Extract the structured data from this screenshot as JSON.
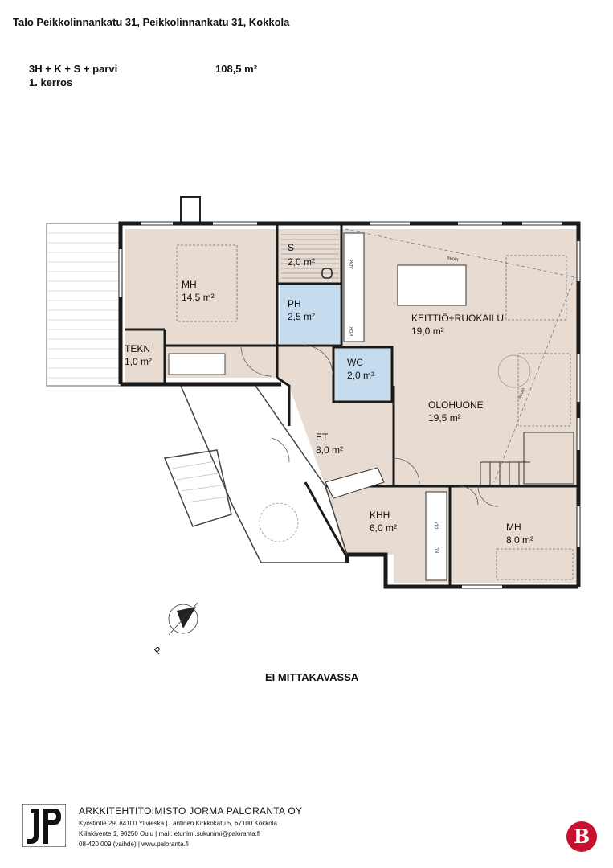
{
  "header": {
    "address": "Talo Peikkolinnankatu 31, Peikkolinnankatu 31, Kokkola",
    "type": "3H + K + S + parvi",
    "area": "108,5 m²",
    "floor": "1. kerros"
  },
  "rooms": {
    "mh1": {
      "name": "MH",
      "area": "14,5 m²"
    },
    "tekn": {
      "name": "TEKN",
      "area": "1,0 m²"
    },
    "sauna": {
      "name": "S",
      "area": "2,0 m²"
    },
    "ph": {
      "name": "PH",
      "area": "2,5 m²"
    },
    "wc": {
      "name": "WC",
      "area": "2,0 m²"
    },
    "kitchen": {
      "name": "KEITTIÖ+RUOKAILU",
      "area": "19,0 m²"
    },
    "living": {
      "name": "OLOHUONE",
      "area": "19,5 m²"
    },
    "et": {
      "name": "ET",
      "area": "8,0 m²"
    },
    "khh": {
      "name": "KHH",
      "area": "6,0 m²"
    },
    "mh2": {
      "name": "MH",
      "area": "8,0 m²"
    }
  },
  "annotations": {
    "avoin1": "avoin",
    "avoin2": "avoin",
    "apk": "APK",
    "kpk": "KPK",
    "pp": "PP",
    "ku": "KU"
  },
  "note": "EI MITTAKAVASSA",
  "footer": {
    "logo": "JP",
    "firm": "ARKKITEHTITOIMISTO JORMA PALORANTA OY",
    "line1": "Kyöstintie 29, 84100 Ylivieska  |  Läntinen Kirkkokatu 5, 67100 Kokkola",
    "line2": "Kiilakivente 1, 90250 Oulu  |  mail: etunimi.sukunimi@paloranta.fi",
    "line3": "08-420 009 (vaihde)  |  www.paloranta.fi",
    "badge": "B"
  },
  "colors": {
    "room_fill": "#e8dcd2",
    "wet_fill": "#c5dcef",
    "wall": "#1a1a1a",
    "badge": "#c8102e"
  }
}
